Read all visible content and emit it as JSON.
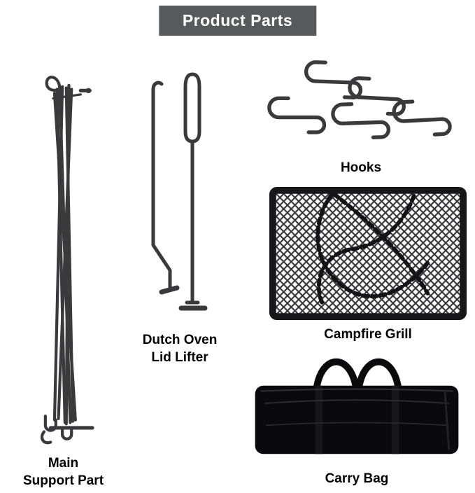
{
  "title": "Product Parts",
  "parts": {
    "main_support": {
      "name": "Main Support Part",
      "label_line1": "Main",
      "label_line2": "Support Part"
    },
    "lid_lifter": {
      "name": "Dutch Oven Lid Lifter",
      "label_line1": "Dutch Oven",
      "label_line2": "Lid Lifter"
    },
    "hooks": {
      "label": "Hooks"
    },
    "campfire_grill": {
      "label": "Campfire Grill"
    },
    "carry_bag": {
      "label": "Carry Bag"
    }
  },
  "colors": {
    "banner_background": "#58595b",
    "banner_text": "#ffffff",
    "metal_dark": "#3a3a3d",
    "frame_black": "#141417",
    "mesh_gray": "#35353a",
    "bag_black": "#0a0a0c",
    "label_text": "#000000"
  }
}
